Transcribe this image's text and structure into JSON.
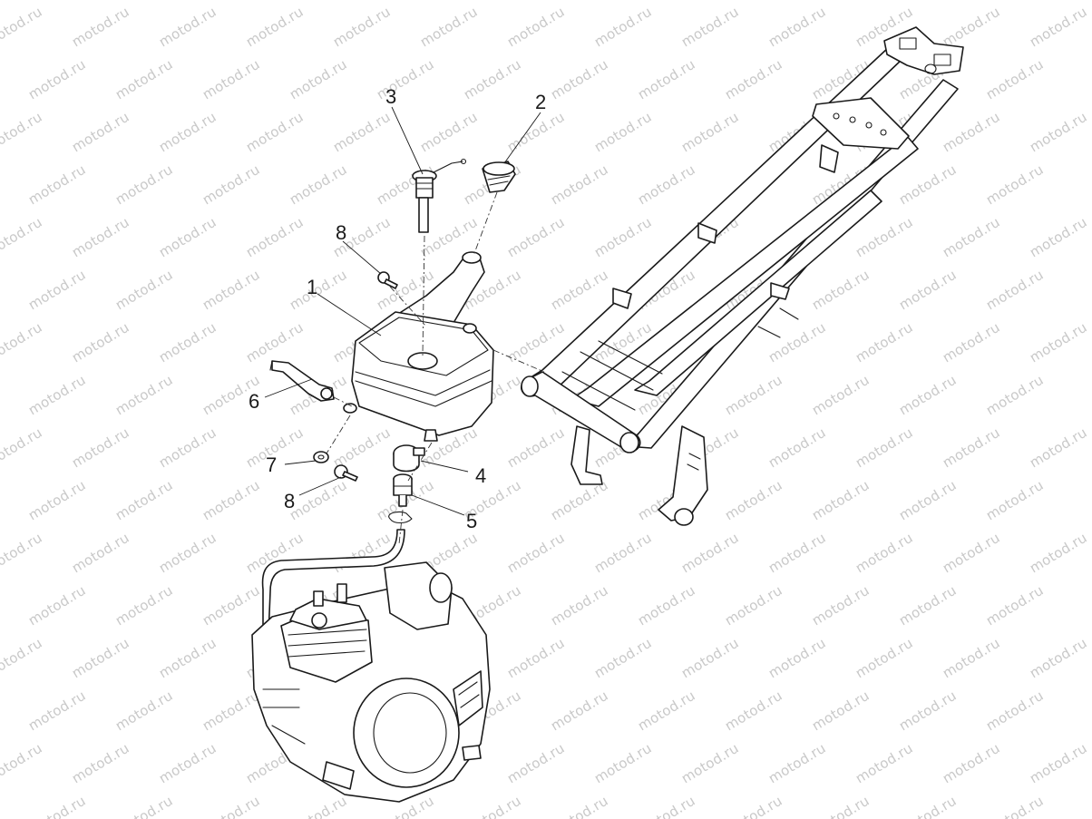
{
  "watermark": {
    "text": "motod.ru"
  },
  "parts": {
    "tank": {
      "label": "1"
    },
    "filler_cap": {
      "label": "2"
    },
    "dipstick_cap": {
      "label": "3"
    },
    "hose_clamp": {
      "label": "4"
    },
    "fitting": {
      "label": "5"
    },
    "bracket_rod": {
      "label": "6"
    },
    "washer": {
      "label": "7"
    },
    "screw_upper": {
      "label": "8"
    },
    "screw_lower": {
      "label": "8"
    }
  }
}
